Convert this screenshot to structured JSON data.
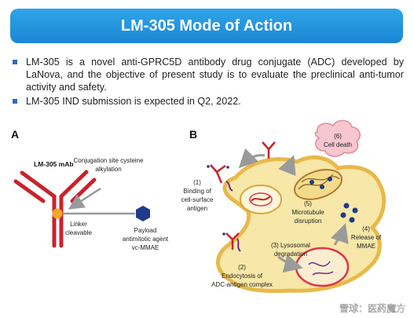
{
  "title": "LM-305 Mode of Action",
  "bullets": [
    "LM-305 is a novel anti-GPRC5D antibody drug conjugate (ADC) developed by LaNova, and the objective of present study is to evaluate the preclinical anti-tumor activity and safety.",
    "LM-305 IND submission is expected in Q2, 2022."
  ],
  "panel_a": {
    "label": "A",
    "mab_label": "LM-305 mAb",
    "conj_label_1": "Conjugation site cysteine",
    "conj_label_2": "alkylation",
    "linker_label_1": "Linker",
    "linker_label_2": "cleavable",
    "payload_label_1": "Payload",
    "payload_label_2": "antimitotic agent",
    "payload_label_3": "vc-MMAE"
  },
  "panel_b": {
    "label": "B",
    "step1_1": "(1)",
    "step1_2": "Binding of",
    "step1_3": "cell-surface",
    "step1_4": "antigen",
    "step2_1": "(2)",
    "step2_2": "Endocytosis of",
    "step2_3": "ADC-antigen complex",
    "step3_1": "(3) Lysosomal",
    "step3_2": "degradation",
    "step4_1": "(4)",
    "step4_2": "Release of",
    "step4_3": "MMAE",
    "step5_1": "(5)",
    "step5_2": "Microtubule",
    "step5_3": "disruption",
    "step6_1": "(6)",
    "step6_2": "Cell death"
  },
  "watermark": "雪球：医药魔方",
  "colors": {
    "banner": "#1b86d4",
    "antibody": "#c8232c",
    "linker": "#f5a623",
    "payload": "#1f3a8a",
    "cell_fill": "#f7e7a8",
    "cell_stroke": "#e8b94a",
    "lysosome": "#e0334a",
    "dead_cell": "#f7c6cf"
  }
}
